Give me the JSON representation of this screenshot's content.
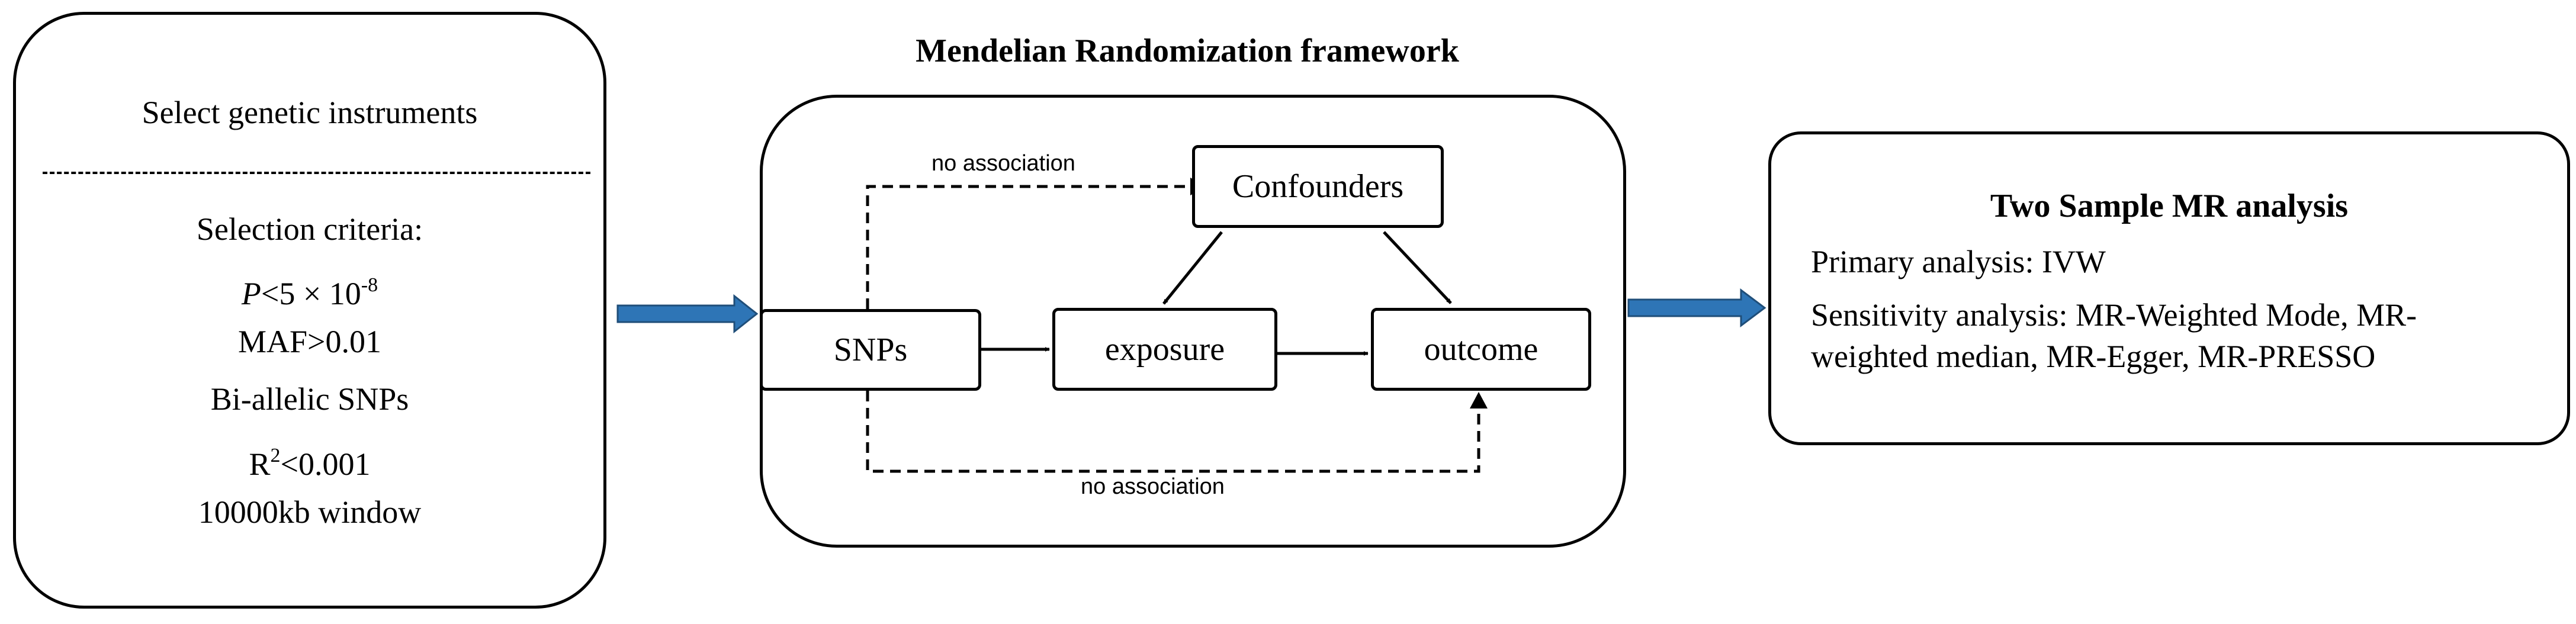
{
  "selection": {
    "title": "Select genetic instruments",
    "criteria_heading": "Selection criteria:",
    "p_symbol": "P",
    "p_threshold_base": "<5 × 10",
    "p_threshold_exp": "-8",
    "maf": "MAF>0.01",
    "biallelic": "Bi-allelic SNPs",
    "r2_symbol": "R",
    "r2_exp": "2",
    "r2_threshold": "<0.001",
    "window": "10000kb window"
  },
  "framework": {
    "title": "Mendelian Randomization framework",
    "nodes": {
      "snps": "SNPs",
      "confounders": "Confounders",
      "exposure": "exposure",
      "outcome": "outcome"
    },
    "edge_labels": {
      "snps_to_confounders": "no association",
      "snps_to_outcome": "no association"
    }
  },
  "analysis": {
    "title": "Two Sample MR analysis",
    "primary": "Primary analysis: IVW",
    "sensitivity_line1": "Sensitivity analysis: MR-Weighted Mode, MR-",
    "sensitivity_line2": "weighted median, MR-Egger, MR-PRESSO"
  },
  "colors": {
    "flow_arrow": "#2E75B6",
    "flow_arrow_outline": "#1F4E79",
    "stroke": "#000000"
  }
}
